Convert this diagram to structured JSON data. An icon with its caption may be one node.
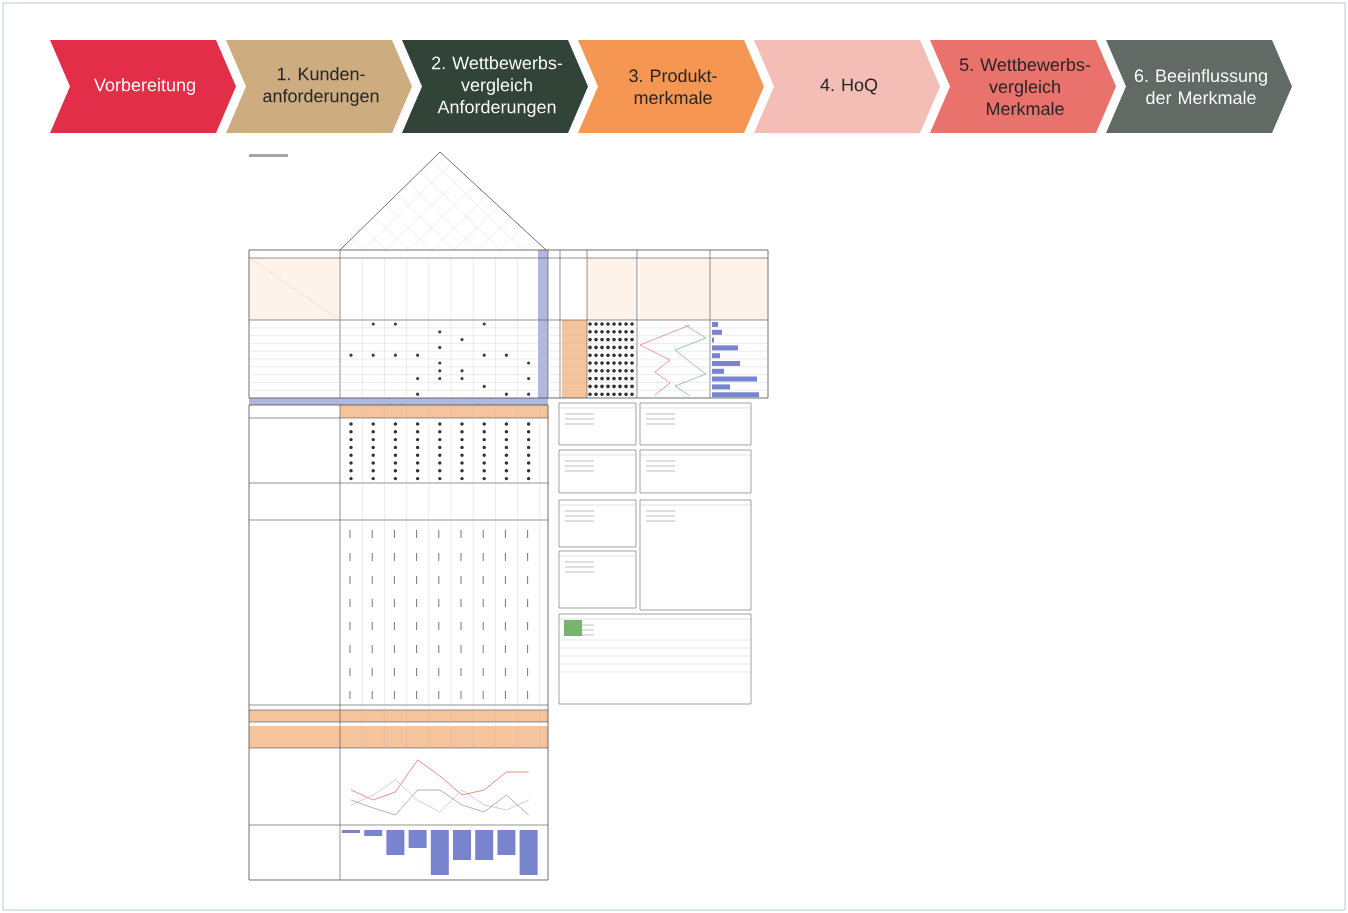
{
  "diagram": {
    "nodes": [
      {
        "text": [
          "Vorbereitung"
        ]
      },
      {
        "text": [
          "1. Kunden- anforderungen"
        ]
      },
      {
        "text": [
          "2. Wettbewerbs- vergleich Anforderungen"
        ]
      },
      {
        "text": [
          "3. Produkt- merkmale"
        ]
      },
      {
        "text": [
          "4. HoQ"
        ]
      },
      {
        "text": [
          "5. Wettbewerbs- vergleich Merkmale"
        ]
      },
      {
        "text": [
          "6. Beeinflussung der Merkmale"
        ]
      }
    ]
  }
}
